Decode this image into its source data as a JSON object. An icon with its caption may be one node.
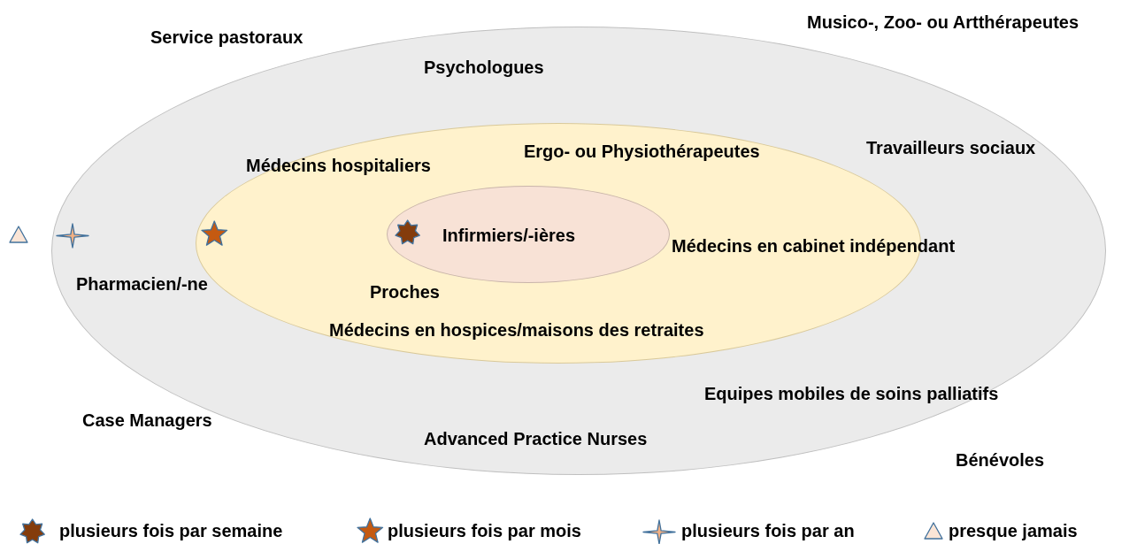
{
  "diagram": {
    "nodes": [
      {
        "text": [
          "Psychologues",
          "Travailleurs sociaux",
          "Pharmacien/-ne",
          "Equipes mobiles de soins palliatifs",
          "Advanced Practice Nurses"
        ]
      },
      {
        "text": [
          "Médecins hospitaliers",
          "Ergo- ou Physiothérapeutes",
          "Médecins en cabinet indépendant",
          "Proches",
          "Médecins en hospices/maisons des retraites"
        ],
        "in": 0
      },
      {
        "text": [
          "Infirmiers/-ières"
        ],
        "in": 1
      }
    ],
    "labels": [
      "Service pastoraux",
      "Musico-, Zoo- ou Artthérapeutes",
      "Case Managers",
      "Bénévoles"
    ],
    "legend": [
      {
        "text": "plusieurs fois par semaine"
      },
      {
        "text": "plusieurs fois par mois"
      },
      {
        "text": "plusieurs fois par an"
      },
      {
        "text": "presque jamais"
      }
    ]
  }
}
